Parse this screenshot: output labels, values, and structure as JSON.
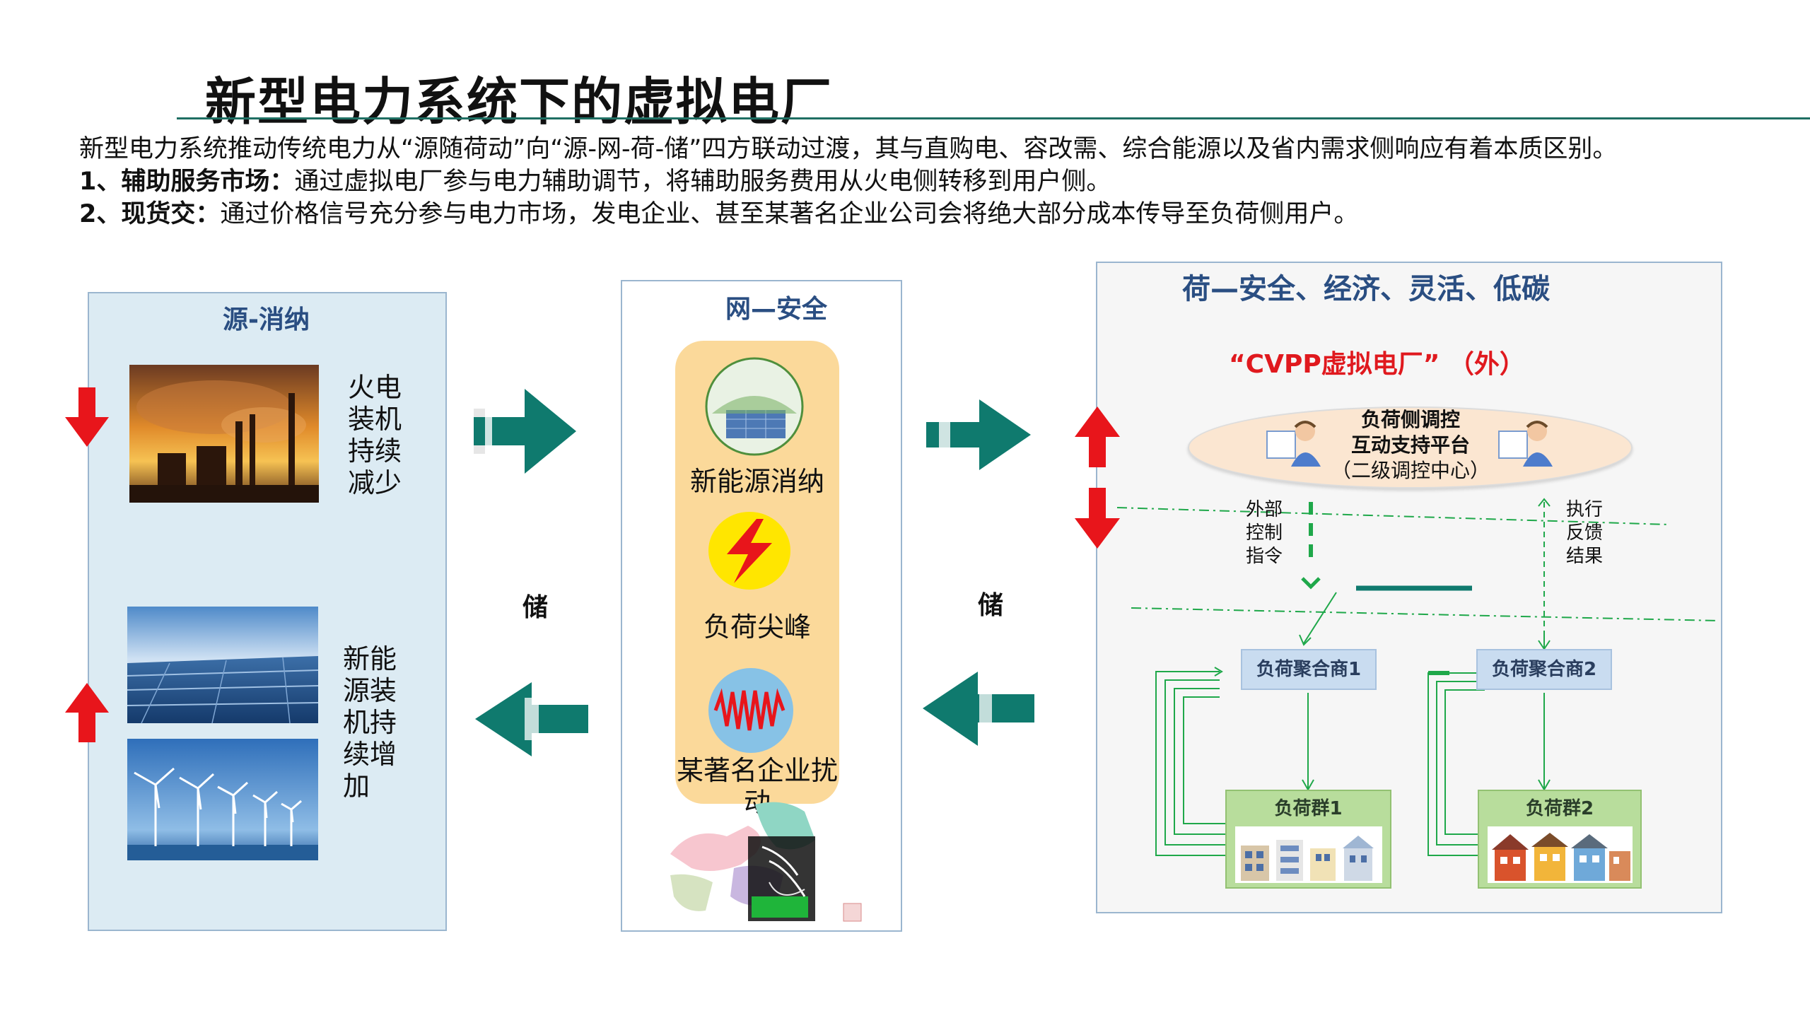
{
  "title": "新型电力系统下的虚拟电厂",
  "intro": {
    "line1": "新型电力系统推动传统电力从“源随荷动”向“源-网-荷-储”四方联动过渡，其与直购电、容改需、综合能源以及省内需求侧响应有着本质区别。",
    "line2_label": "1、辅助服务市场：",
    "line2_text": "通过虚拟电厂参与电力辅助调节，将辅助服务费用从火电侧转移到用户侧。",
    "line3_label": "2、现货交：",
    "line3_text": "通过价格信号充分参与电力市场，发电企业、甚至某著名企业公司会将绝大部分成本传导至负荷侧用户。"
  },
  "source": {
    "title": "源-消纳",
    "thermal_text": "火电装机持续减少",
    "renewable_text": "新能源装机持续增加"
  },
  "grid": {
    "title": "网—安全",
    "item1": "新能源消纳",
    "item2": "负荷尖峰",
    "item3": "某著名企业扰动"
  },
  "storage": {
    "label_left": "储",
    "label_right": "储"
  },
  "load": {
    "title": "荷—安全、经济、灵活、低碳",
    "cvpp": "“CVPP虚拟电厂” （外）",
    "platform_line1": "负荷侧调控",
    "platform_line2": "互动支持平台",
    "platform_line3": "（二级调控中心）",
    "external_control": "外部控制指令",
    "feedback": "执行反馈结果",
    "aggregator1": "负荷聚合商1",
    "aggregator2": "负荷聚合商2",
    "group1": "负荷群1",
    "group2": "负荷群2"
  },
  "colors": {
    "teal_arrow": "#0f7a6e",
    "red_arrow": "#e8151b",
    "panel_fill": "#dcebf3",
    "grid_pill": "#fbd99a",
    "cvpp_red": "#e0191e",
    "line_green": "#1fa84a"
  }
}
